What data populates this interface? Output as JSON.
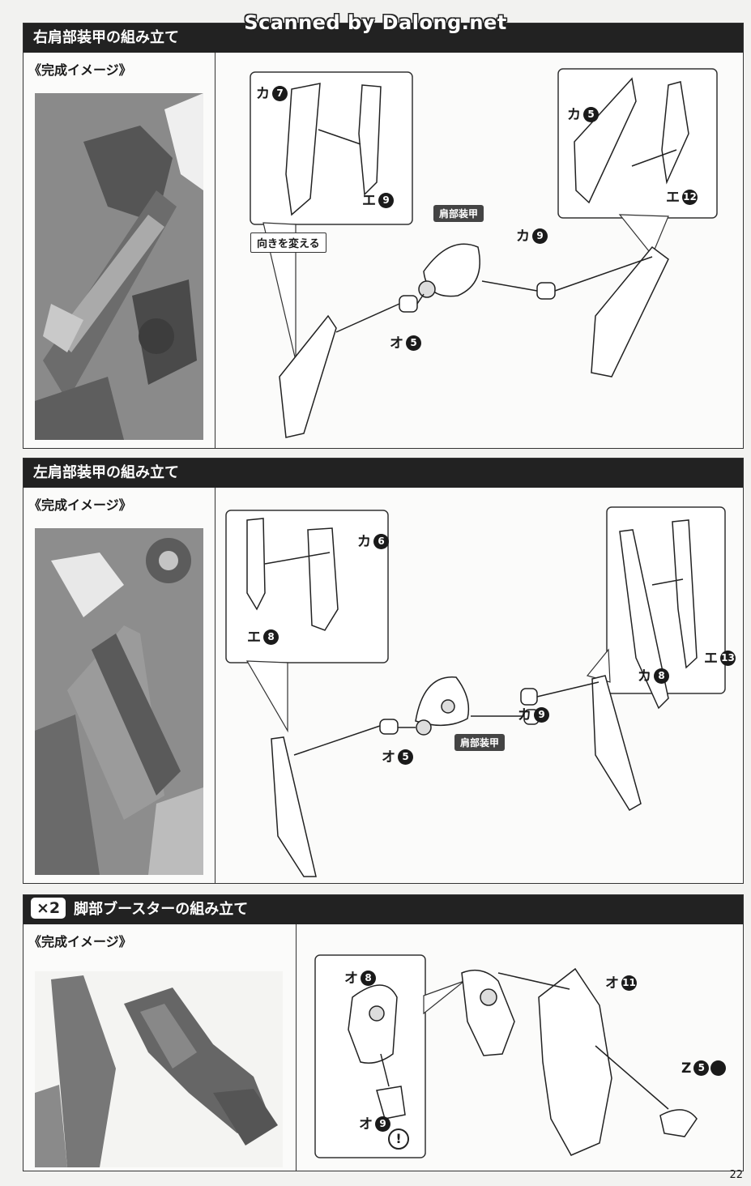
{
  "scan_credit": "Scanned by Dalong.net",
  "page_number": "22",
  "preview_label": "《完成イメージ》",
  "sections": [
    {
      "title": "右肩部装甲の組み立て",
      "parts": [
        {
          "letter": "カ",
          "num": "7"
        },
        {
          "letter": "エ",
          "num": "9"
        },
        {
          "letter": "カ",
          "num": "5"
        },
        {
          "letter": "エ",
          "num": "12"
        },
        {
          "letter": "カ",
          "num": "9"
        },
        {
          "letter": "オ",
          "num": "5"
        }
      ],
      "tag_shoulder": "肩部装甲",
      "tag_turn": "向きを変える"
    },
    {
      "title": "左肩部装甲の組み立て",
      "parts": [
        {
          "letter": "カ",
          "num": "6"
        },
        {
          "letter": "エ",
          "num": "8"
        },
        {
          "letter": "エ",
          "num": "13"
        },
        {
          "letter": "カ",
          "num": "8"
        },
        {
          "letter": "カ",
          "num": "9"
        },
        {
          "letter": "オ",
          "num": "5"
        }
      ],
      "tag_shoulder": "肩部装甲"
    },
    {
      "quantity": "×2",
      "title": "脚部ブースターの組み立て",
      "parts": [
        {
          "letter": "オ",
          "num": "8"
        },
        {
          "letter": "オ",
          "num": "9"
        },
        {
          "letter": "オ",
          "num": "11"
        },
        {
          "letter": "Z",
          "num": "5"
        }
      ],
      "warning": "!"
    }
  ]
}
